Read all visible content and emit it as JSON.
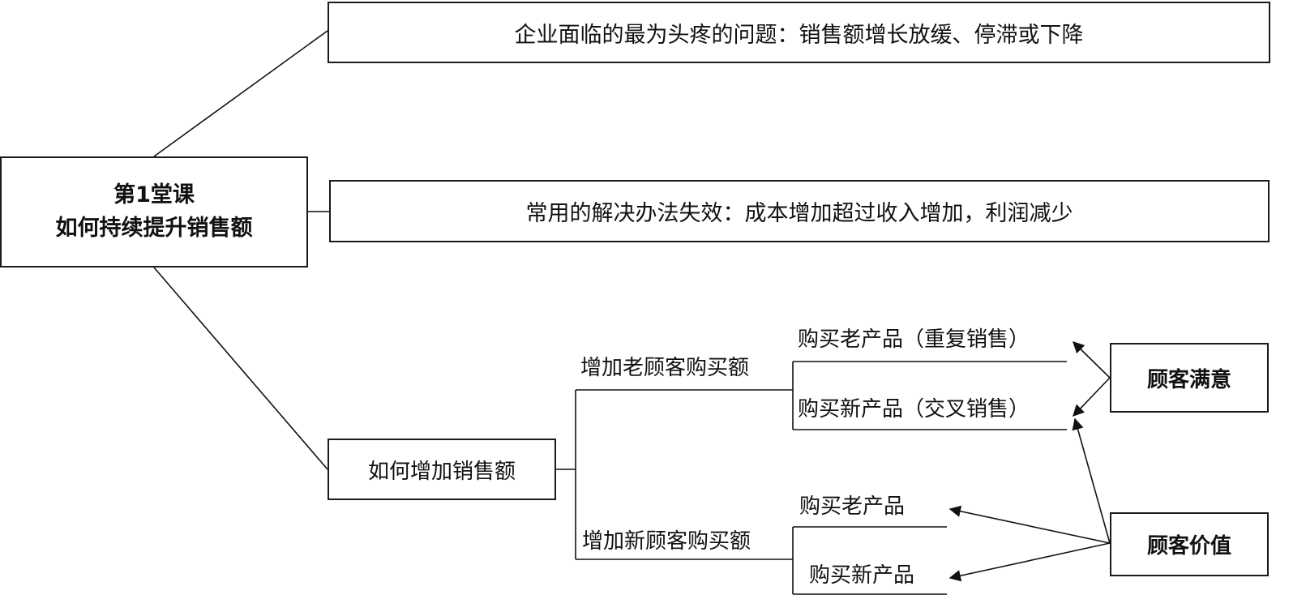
{
  "root": {
    "line1": "第1堂课",
    "line2": "如何持续提升销售额"
  },
  "problem": "企业面临的最为头疼的问题：销售额增长放缓、停滞或下降",
  "failed_solution": "常用的解决办法失效：成本增加超过收入增加，利润减少",
  "how_to": "如何增加销售额",
  "old_customers": {
    "label": "增加老顾客购买额",
    "items": [
      "购买老产品（重复销售）",
      "购买新产品（交叉销售）"
    ]
  },
  "new_customers": {
    "label": "增加新顾客购买额",
    "items": [
      "购买老产品",
      "购买新产品"
    ]
  },
  "drivers": {
    "satisfaction": "顾客满意",
    "value": "顾客价值"
  }
}
